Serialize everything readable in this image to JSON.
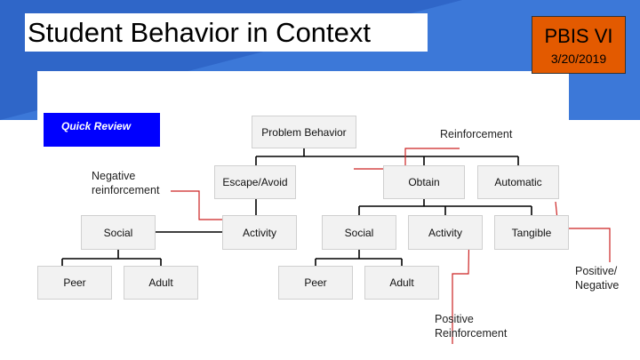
{
  "slide": {
    "title": "Student Behavior in Context",
    "tag": "PBIS VI",
    "date": "3/20/2019",
    "badge": "Quick Review"
  },
  "diagram": {
    "root": "Problem  Behavior",
    "level1": [
      "Escape/Avoid",
      "Obtain",
      "Automatic"
    ],
    "level2": [
      "Social",
      "Activity",
      "Social",
      "Activity",
      "Tangible"
    ],
    "level3": [
      "Peer",
      "Adult",
      "Peer",
      "Adult"
    ]
  },
  "annotations": {
    "reinforcement": "Reinforcement",
    "negative_reinforcement": [
      "Negative",
      "reinforcement"
    ],
    "positive_negative": [
      "Positive/",
      "Negative"
    ],
    "positive_reinforcement": [
      "Positive",
      "Reinforcement"
    ]
  },
  "colors": {
    "blue": "#3c78d8",
    "orange": "#e35a00",
    "badge": "#0000ff",
    "annotation_line": "#cc2222"
  }
}
